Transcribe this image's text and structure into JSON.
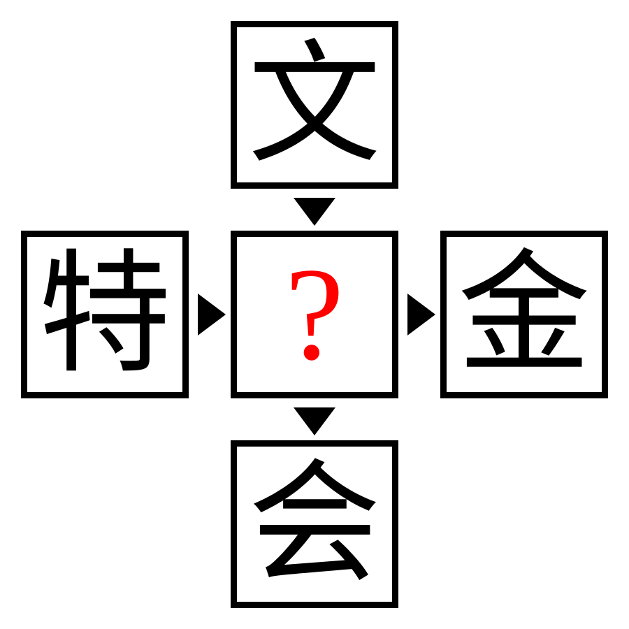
{
  "puzzle": {
    "top": "文",
    "left": "特",
    "center": "?",
    "right": "金",
    "bottom": "会"
  },
  "colors": {
    "border": "#000000",
    "text": "#000000",
    "question": "#ff0000",
    "background": "#ffffff"
  },
  "icons": {
    "down_arrow": "triangle-down",
    "right_arrow": "triangle-right"
  }
}
